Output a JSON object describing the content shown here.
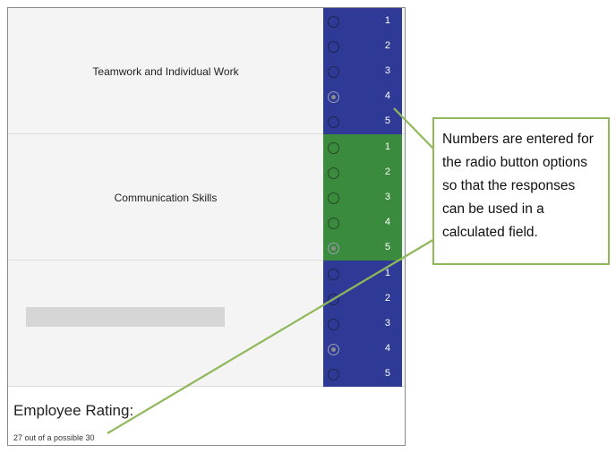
{
  "colors": {
    "blue": "#2e3a96",
    "green": "#3a8b3e",
    "callout_border": "#8fb85a"
  },
  "sections": [
    {
      "label": "Teamwork and Individual Work",
      "color": "#2e3a96",
      "options": [
        "1",
        "2",
        "3",
        "4",
        "5"
      ],
      "selected": "4"
    },
    {
      "label": "Communication Skills",
      "color": "#3a8b3e",
      "options": [
        "1",
        "2",
        "3",
        "4",
        "5"
      ],
      "selected": "5"
    },
    {
      "label": "",
      "redacted": true,
      "color": "#2e3a96",
      "options": [
        "1",
        "2",
        "3",
        "4",
        "5"
      ],
      "selected": "4"
    }
  ],
  "result": {
    "title": "Employee Rating:",
    "text": "27 out of a possible 30"
  },
  "callout": {
    "text": "Numbers are entered for the radio button options so that the responses can be used in a calculated field."
  }
}
